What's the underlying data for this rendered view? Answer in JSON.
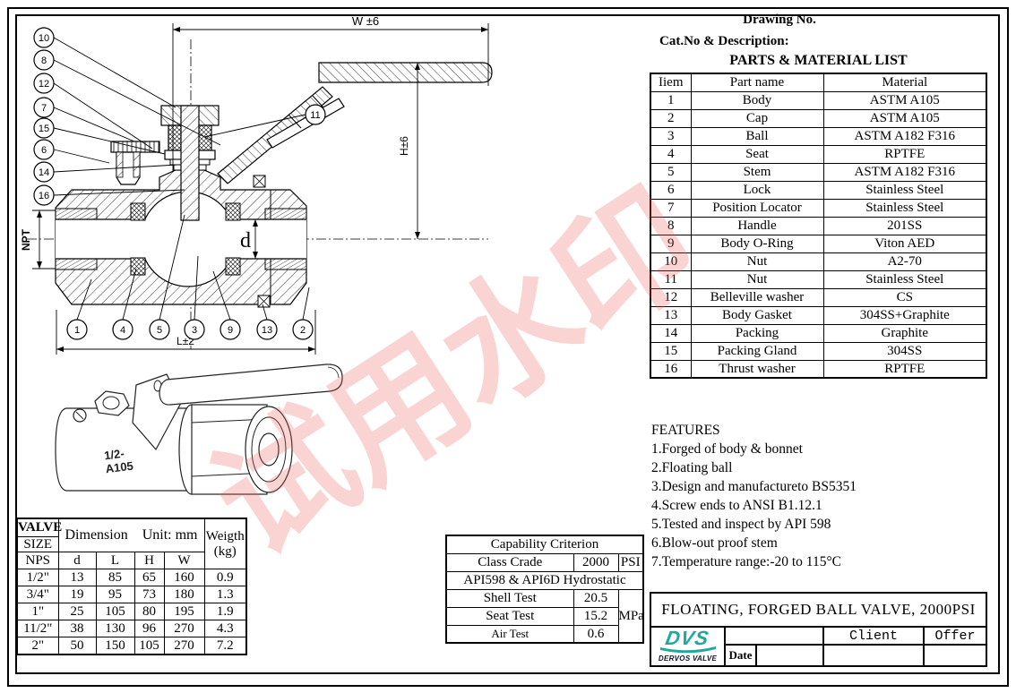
{
  "watermark": {
    "text": "试用水印"
  },
  "header": {
    "drawing_no_label": "Drawing No.",
    "cat_no_label": "Cat.No & Description:"
  },
  "parts_list": {
    "title": "PARTS & MATERIAL LIST",
    "columns": [
      "Iiem",
      "Part name",
      "Material"
    ],
    "rows": [
      [
        "1",
        "Body",
        "ASTM A105"
      ],
      [
        "2",
        "Cap",
        "ASTM A105"
      ],
      [
        "3",
        "Ball",
        "ASTM A182 F316"
      ],
      [
        "4",
        "Seat",
        "RPTFE"
      ],
      [
        "5",
        "Stem",
        "ASTM A182 F316"
      ],
      [
        "6",
        "Lock",
        "Stainless Steel"
      ],
      [
        "7",
        "Position Locator",
        "Stainless Steel"
      ],
      [
        "8",
        "Handle",
        "201SS"
      ],
      [
        "9",
        "Body O-Ring",
        "Viton AED"
      ],
      [
        "10",
        "Nut",
        "A2-70"
      ],
      [
        "11",
        "Nut",
        "Stainless Steel"
      ],
      [
        "12",
        "Belleville washer",
        "CS"
      ],
      [
        "13",
        "Body Gasket",
        "304SS+Graphite"
      ],
      [
        "14",
        "Packing",
        "Graphite"
      ],
      [
        "15",
        "Packing Gland",
        "304SS"
      ],
      [
        "16",
        "Thrust washer",
        "RPTFE"
      ]
    ]
  },
  "features": {
    "title": "FEATURES",
    "items": [
      "1.Forged of body & bonnet",
      "2.Floating ball",
      "3.Design and manufactureto BS5351",
      "4.Screw ends to ANSI B1.12.1",
      "5.Tested and inspect by API 598",
      "6.Blow-out proof stem",
      "7.Temperature range:-20 to 115°C"
    ]
  },
  "capability": {
    "title": "Capability Criterion",
    "class_label": "Class Crade",
    "class_value": "2000",
    "class_unit": "PSI",
    "subtitle": "API598 & API6D Hydrostatic",
    "tests": [
      {
        "label": "Shell Test",
        "value": "20.5"
      },
      {
        "label": "Seat Test",
        "value": "15.2"
      },
      {
        "label": "Air Test",
        "value": "0.6"
      }
    ],
    "pressure_unit": "MPa"
  },
  "dimension_table": {
    "corner_top": "VALVE",
    "corner_mid": "SIZE",
    "corner_bottom": "NPS",
    "dimension_label": "Dimension",
    "unit_label": "Unit: mm",
    "weight_label_1": "Weigth",
    "weight_label_2": "(kg)",
    "columns": [
      "d",
      "L",
      "H",
      "W"
    ],
    "rows": [
      [
        "1/2\"",
        "13",
        "85",
        "65",
        "160",
        "0.9"
      ],
      [
        "3/4\"",
        "19",
        "95",
        "73",
        "180",
        "1.3"
      ],
      [
        "1\"",
        "25",
        "105",
        "80",
        "195",
        "1.9"
      ],
      [
        "11/2\"",
        "38",
        "130",
        "96",
        "270",
        "4.3"
      ],
      [
        "2\"",
        "50",
        "150",
        "105",
        "270",
        "7.2"
      ]
    ]
  },
  "title_block": {
    "title": "FLOATING, FORGED BALL VALVE, 2000PSI",
    "logo_text": "DVS",
    "logo_sub": "DERVOS VALVE",
    "date_label": "Date",
    "client_label": "Client",
    "offer_label": "Offer"
  },
  "drawing": {
    "dim_w": "W ±6",
    "dim_h": "H±6",
    "dim_l": "L±2",
    "dim_d": "d",
    "dim_npt": "NPT",
    "balloons_left": [
      "10",
      "8",
      "12",
      "7",
      "15",
      "6",
      "14",
      "16"
    ],
    "balloons_bottom": [
      "1",
      "4",
      "5",
      "3",
      "9",
      "13",
      "2"
    ],
    "balloon_right": "11",
    "photo_mark_line1": "1/2-",
    "photo_mark_line2": "A105"
  },
  "colors": {
    "logo_teal": "#1fa99c",
    "watermark_pink": "#e86058",
    "line_black": "#000000"
  }
}
